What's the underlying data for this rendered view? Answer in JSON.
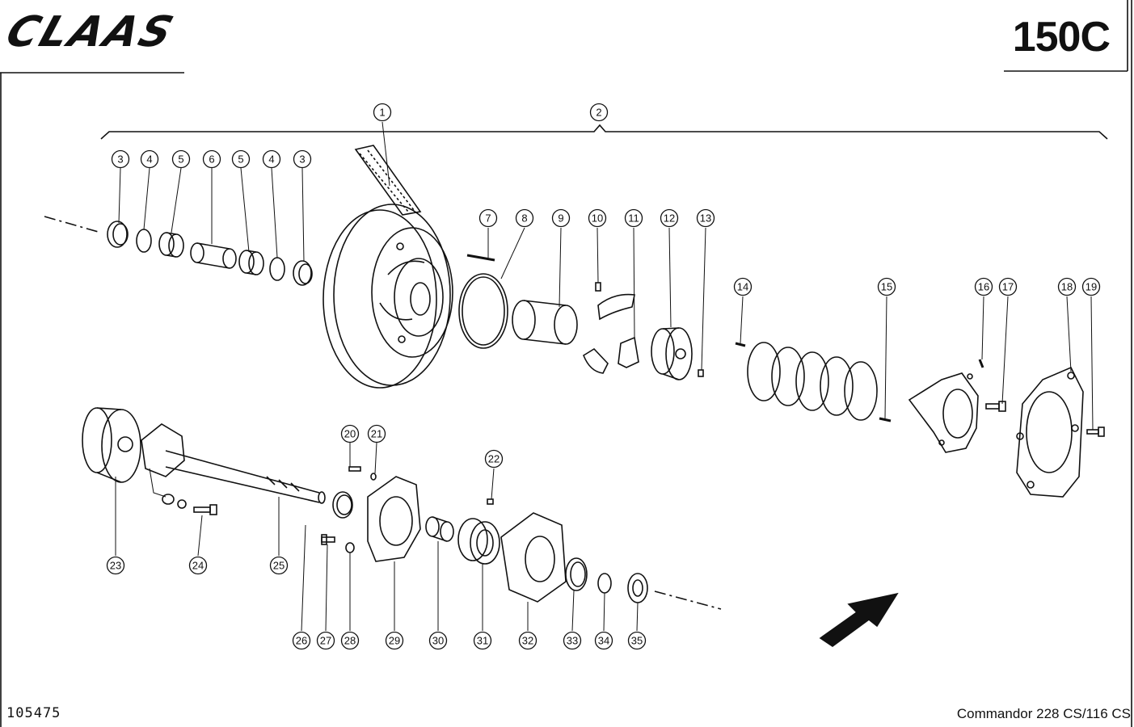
{
  "header": {
    "logo_text": "CLAAS",
    "page_code": "150C"
  },
  "footer": {
    "doc_id": "105475",
    "model": "Commandor 228 CS/116 CS"
  },
  "callouts": [
    "1",
    "2",
    "3",
    "4",
    "5",
    "6",
    "5",
    "4",
    "3",
    "7",
    "8",
    "9",
    "10",
    "11",
    "12",
    "13",
    "14",
    "15",
    "16",
    "17",
    "18",
    "19",
    "20",
    "21",
    "22",
    "23",
    "24",
    "25",
    "26",
    "27",
    "28",
    "29",
    "30",
    "31",
    "32",
    "33",
    "34",
    "35"
  ]
}
